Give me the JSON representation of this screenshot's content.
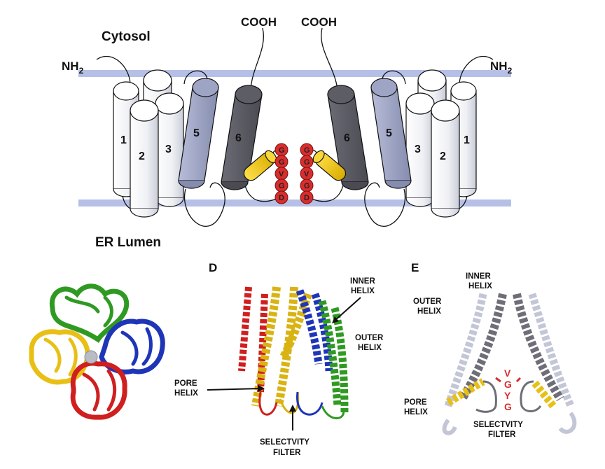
{
  "panel_top": {
    "cytosol_label": "Cytosol",
    "er_lumen_label": "ER Lumen",
    "nh2_left": "NH",
    "nh2_right": "NH",
    "nh2_subscript": "2",
    "cooh_left": "COOH",
    "cooh_right": "COOH",
    "helix_numbers_left": [
      "1",
      "2",
      "3",
      "5",
      "6"
    ],
    "helix_numbers_right": [
      "6",
      "5",
      "3",
      "2",
      "1"
    ],
    "filter_residues": [
      "G",
      "G",
      "V",
      "G",
      "D"
    ]
  },
  "panel_d": {
    "letter": "D",
    "inner_helix": [
      "INNER",
      "HELIX"
    ],
    "outer_helix": [
      "OUTER",
      "HELIX"
    ],
    "pore_helix": [
      "PORE",
      "HELIX"
    ],
    "selectivity_filter": [
      "SELECTVITY",
      "FILTER"
    ]
  },
  "panel_e": {
    "letter": "E",
    "inner_helix": [
      "INNER",
      "HELIX"
    ],
    "outer_helix": [
      "OUTER",
      "HELIX"
    ],
    "pore_helix": [
      "PORE",
      "HELIX"
    ],
    "selectivity_filter": [
      "SELECTVITY",
      "FILTER"
    ],
    "filter_sequence": [
      "V",
      "G",
      "Y",
      "G"
    ]
  },
  "colors": {
    "membrane": "#b6bfe6",
    "helix_white": "#f3f4f7",
    "helix_light": "#9da4c4",
    "helix_dark": "#5d5d66",
    "pore_helix_yellow": "#f2cd14",
    "residue_red": "#d92d2d",
    "subunit_red": "#d01f1f",
    "subunit_green": "#2f9a22",
    "subunit_blue": "#1f35b8",
    "subunit_yellow": "#e8c015"
  }
}
